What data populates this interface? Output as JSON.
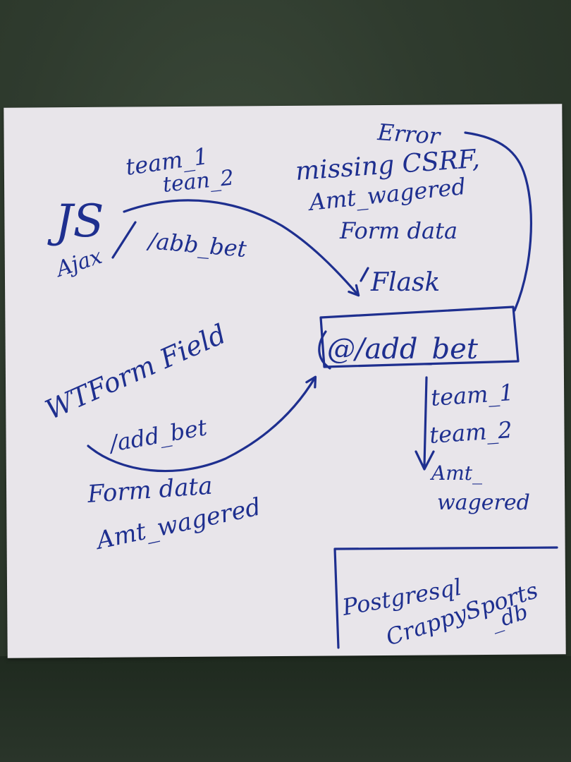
{
  "labels": {
    "js": "JS",
    "ajax": "Ajax",
    "abb_bet": "/abb_bet",
    "team1_top": "team_1",
    "team2_top": "tean_2",
    "error": "Error",
    "missing_csrf": "missing CSRF,",
    "amt_wagered_err": "Amt_wagered",
    "form_data_err": "Form data",
    "flask": "Flask",
    "add_bet_route": "@/add_bet",
    "wtform_field": "WTForm Field",
    "add_bet_lower": "/add_bet",
    "form_data_lower": "Form data",
    "amt_wagered_lower": "Amt_wagered",
    "team1_right": "team_1",
    "team2_right": "team_2",
    "amt_right": "Amt_",
    "wagered_right": "wagered",
    "postgresql": "Postgresql",
    "db_name_line1": "CrappySports",
    "db_name_line2": "_db"
  },
  "colors": {
    "ink": "#1e2f8f",
    "paper": "#e8e5ea",
    "background": "#2f3b2e"
  }
}
